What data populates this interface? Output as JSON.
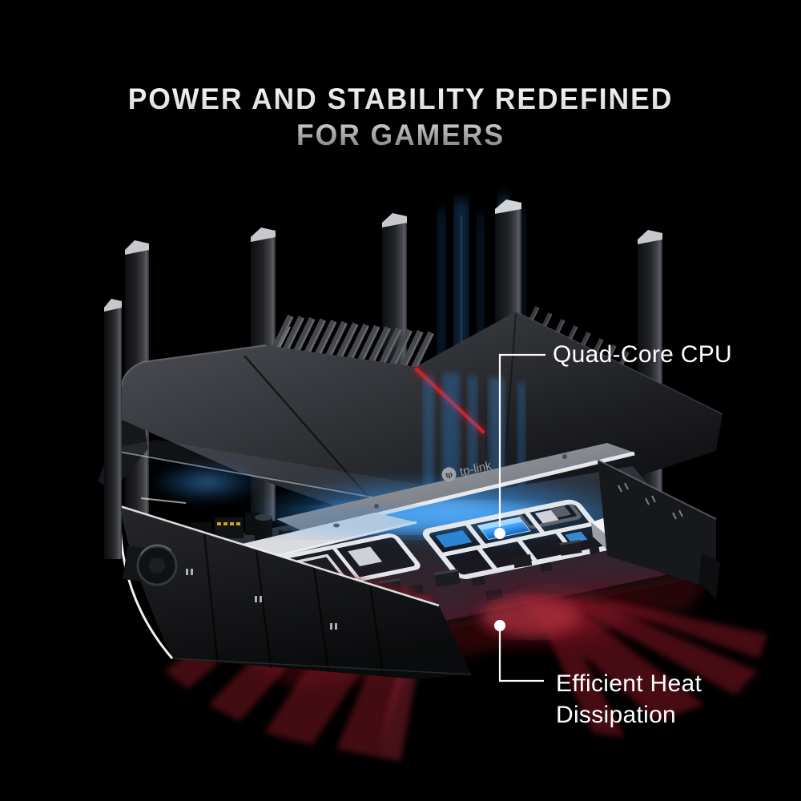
{
  "theme": {
    "bg": "#000000",
    "title-top": "#f5f5f5",
    "title-mid": "#cfcfcf",
    "title-bottom": "#7e7e7e",
    "callout-text": "#ffffff",
    "accent-red": "#d01f26",
    "glow-blue": "#2f8fe6",
    "glow-blue-bright": "#5db4ff",
    "glow-red": "#8c1a26",
    "cpu-blue": "#3da0ff",
    "marker-white": "#ffffff"
  },
  "title": {
    "line1": "POWER AND STABILITY REDEFINED",
    "line2": "FOR GAMERS"
  },
  "callouts": {
    "cpu": {
      "label": "Quad-Core CPU"
    },
    "heat": {
      "line1": "Efficient Heat",
      "line2": "Dissipation"
    }
  },
  "router": {
    "brand": "tp-link",
    "brand_mark": "tp"
  }
}
